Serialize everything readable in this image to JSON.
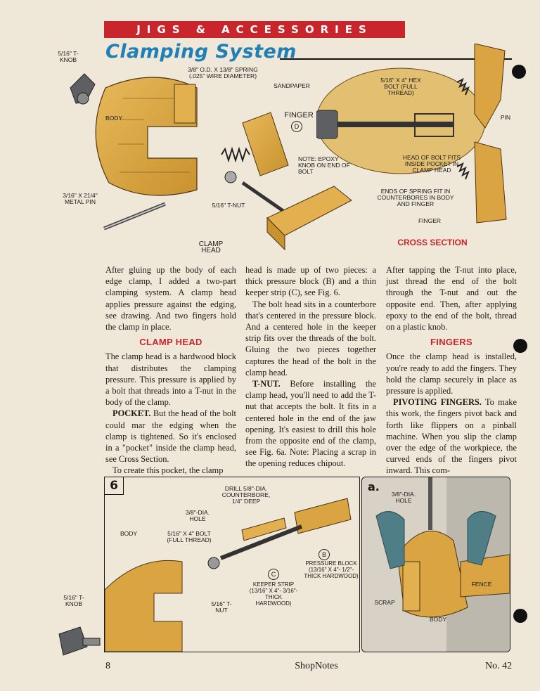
{
  "header": {
    "section_banner": "JIGS & ACCESSORIES",
    "title": "Clamping System"
  },
  "drawing_labels": {
    "t_knob_top": "5/16\" T-KNOB",
    "spring": "3/8\" O.D. x 13/8\" SPRING (.025\" WIRE DIAMETER)",
    "sandpaper": "SANDPAPER",
    "body": "BODY",
    "finger": "FINGER",
    "finger_letter": "D",
    "note": "NOTE: EPOXY KNOB ON END OF BOLT",
    "metal_pin": "3/16\" x 21/4\" METAL PIN",
    "t_nut_top": "5/16\" T-NUT",
    "clamp_head": "CLAMP HEAD",
    "hex_bolt": "5/16\" x 4\" HEX BOLT (FULL THREAD)",
    "pin": "PIN",
    "head_of_bolt": "HEAD OF BOLT FITS INSIDE POCKET IN CLAMP HEAD",
    "ends_of_spring": "ENDS OF SPRING FIT IN COUNTERBORES IN BODY AND FINGER",
    "finger_bottom": "FINGER",
    "cross_section": "CROSS SECTION"
  },
  "article": {
    "col1_p1": "After gluing up the body of each edge clamp, I added a two-part clamping system. A clamp head applies pressure against the edging, see drawing. And two fingers hold the clamp in place.",
    "col1_head": "CLAMP HEAD",
    "col1_p2": "The clamp head is a hardwood block that distributes the clamping pressure. This pressure is applied by a bolt that threads into a T-nut in the body of the clamp.",
    "col1_p3_runin": "POCKET.",
    "col1_p3": "But the head of the bolt could mar the edging when the clamp is tightened. So it's enclosed in a \"pocket\" inside the clamp head, see Cross Section.",
    "col1_p4": "To create this pocket, the clamp",
    "col2_p1": "head is made up of two pieces: a thick pressure block (B) and a thin keeper strip (C), see Fig. 6.",
    "col2_p2": "The bolt head sits in a counterbore that's centered in the pressure block. And a centered hole in the keeper strip fits over the threads of the bolt. Gluing the two pieces together captures the head of the bolt in the clamp head.",
    "col2_p3_runin": "T-NUT.",
    "col2_p3": "Before installing the clamp head, you'll need to add the T-nut that accepts the bolt. It fits in a centered hole in the end of the jaw opening. It's easiest to drill this hole from the opposite end of the clamp, see Fig. 6a. Note: Placing a scrap in the opening reduces chipout.",
    "col3_p1": "After tapping the T-nut into place, just thread the end of the bolt through the T-nut and out the opposite end. Then, after applying epoxy to the end of the bolt, thread on a plastic knob.",
    "col3_head": "FINGERS",
    "col3_p2": "Once the clamp head is installed, you're ready to add the fingers. They hold the clamp securely in place as pressure is applied.",
    "col3_p3_runin": "PIVOTING FINGERS.",
    "col3_p3": "To make this work, the fingers pivot back and forth like flippers on a pinball machine. When you slip the clamp over the edge of the workpiece, the curved ends of the fingers pivot inward. This com-"
  },
  "figure6": {
    "number": "6",
    "drill": "DRILL 5/8\"-DIA. COUNTERBORE, 1/4\" DEEP",
    "hole": "3/8\"-DIA. HOLE",
    "body": "BODY",
    "bolt": "5/16\" x 4\" BOLT (FULL THREAD)",
    "t_nut": "5/16\" T-NUT",
    "b_letter": "B",
    "pressure_block": "PRESSURE BLOCK (13/16\" x 4\"- 1/2\"-THICK HARDWOOD)",
    "c_letter": "C",
    "keeper_strip": "KEEPER STRIP (13/16\" x 4\"- 3/16\"-THICK HARDWOOD)",
    "t_knob": "5/16\" T-KNOB"
  },
  "figure6a": {
    "letter": "a.",
    "hole": "3/8\"-DIA. HOLE",
    "fence": "FENCE",
    "scrap": "SCRAP",
    "body": "BODY"
  },
  "footer": {
    "page_number": "8",
    "magazine": "ShopNotes",
    "issue": "No. 42"
  },
  "colors": {
    "banner": "#c8262c",
    "title": "#1f7fb7",
    "wood": "#d9a441",
    "cross_section_bg": "#e3c071"
  }
}
